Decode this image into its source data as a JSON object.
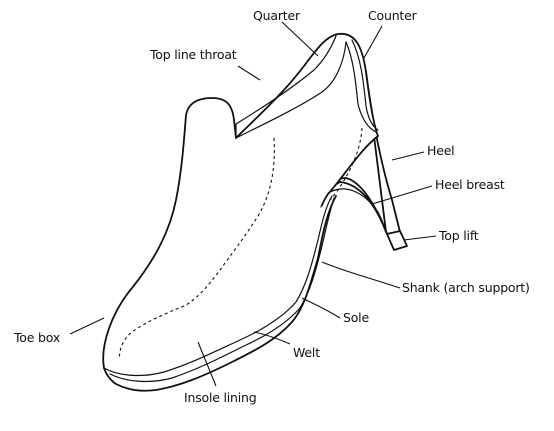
{
  "labels": {
    "quarter": "Quarter",
    "counter": "Counter",
    "top_line_throat": "Top line throat",
    "heel": "Heel",
    "heel_breast": "Heel breast",
    "top_lift": "Top lift",
    "shank": "Shank (arch support)",
    "sole": "Sole",
    "welt": "Welt",
    "toe_box": "Toe box",
    "insole_lining": "Insole lining"
  }
}
